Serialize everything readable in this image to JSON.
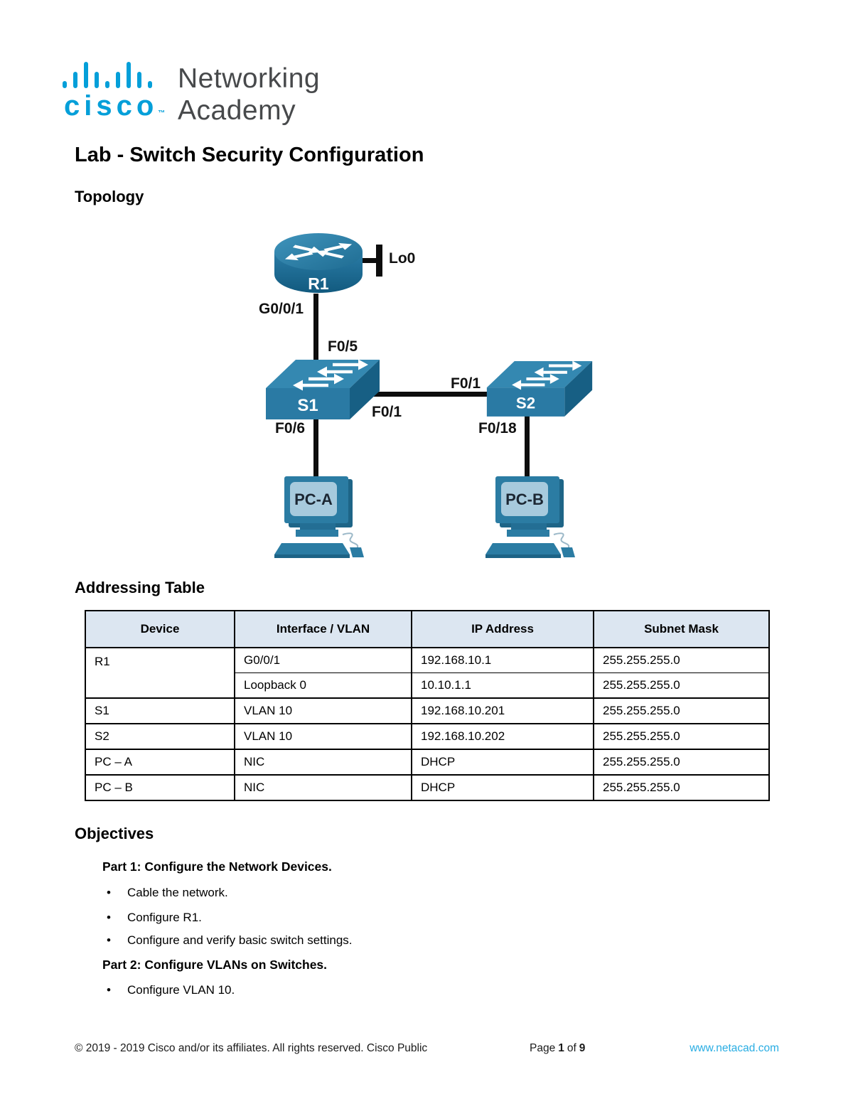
{
  "logo": {
    "brand": "cisco",
    "tm": "™",
    "line1": "Networking",
    "line2": "Academy"
  },
  "title": "Lab - Switch Security Configuration",
  "sections": {
    "topology": "Topology",
    "addressing": "Addressing Table",
    "objectives": "Objectives"
  },
  "topology": {
    "nodes": {
      "r1": "R1",
      "s1": "S1",
      "s2": "S2",
      "pca": "PC-A",
      "pcb": "PC-B"
    },
    "ports": {
      "lo0": "Lo0",
      "g001": "G0/0/1",
      "f05": "F0/5",
      "f01_s1": "F0/1",
      "f01_s2": "F0/1",
      "f06": "F0/6",
      "f018": "F0/18"
    }
  },
  "table": {
    "headers": [
      "Device",
      "Interface / VLAN",
      "IP Address",
      "Subnet Mask"
    ],
    "rows": [
      {
        "device": "R1",
        "iface": "G0/0/1",
        "ip": "192.168.10.1",
        "mask": "255.255.255.0"
      },
      {
        "iface": "Loopback 0",
        "ip": "10.10.1.1",
        "mask": "255.255.255.0"
      },
      {
        "device": "S1",
        "iface": "VLAN 10",
        "ip": "192.168.10.201",
        "mask": "255.255.255.0"
      },
      {
        "device": "S2",
        "iface": "VLAN 10",
        "ip": "192.168.10.202",
        "mask": "255.255.255.0"
      },
      {
        "device": "PC – A",
        "iface": "NIC",
        "ip": "DHCP",
        "mask": "255.255.255.0"
      },
      {
        "device": "PC – B",
        "iface": "NIC",
        "ip": "DHCP",
        "mask": "255.255.255.0"
      }
    ]
  },
  "objectives": {
    "bullet_glyph": "•",
    "part1": "Part 1: Configure the Network Devices.",
    "part1_bullets": [
      "Cable the network.",
      "Configure R1.",
      "Configure and verify basic switch settings."
    ],
    "part2": "Part 2: Configure VLANs on Switches.",
    "part2_bullets": [
      "Configure VLAN 10."
    ]
  },
  "footer": {
    "copyright": "© 2019 - 2019 Cisco and/or its affiliates. All rights reserved. Cisco Public",
    "page_label": "Page",
    "page_num": "1",
    "of_label": "of",
    "page_total": "9",
    "site": "www.netacad.com"
  },
  "colors": {
    "cisco_blue": "#049fd9",
    "site_link_blue": "#29ade3",
    "device_blue_top": "#3488b1",
    "device_blue_front": "#2a7aa4",
    "device_blue_dark": "#175f84",
    "pc_screen_blue": "#a7cadd",
    "table_header_bg": "#dce6f1",
    "cable_black": "#0d0d0d"
  }
}
